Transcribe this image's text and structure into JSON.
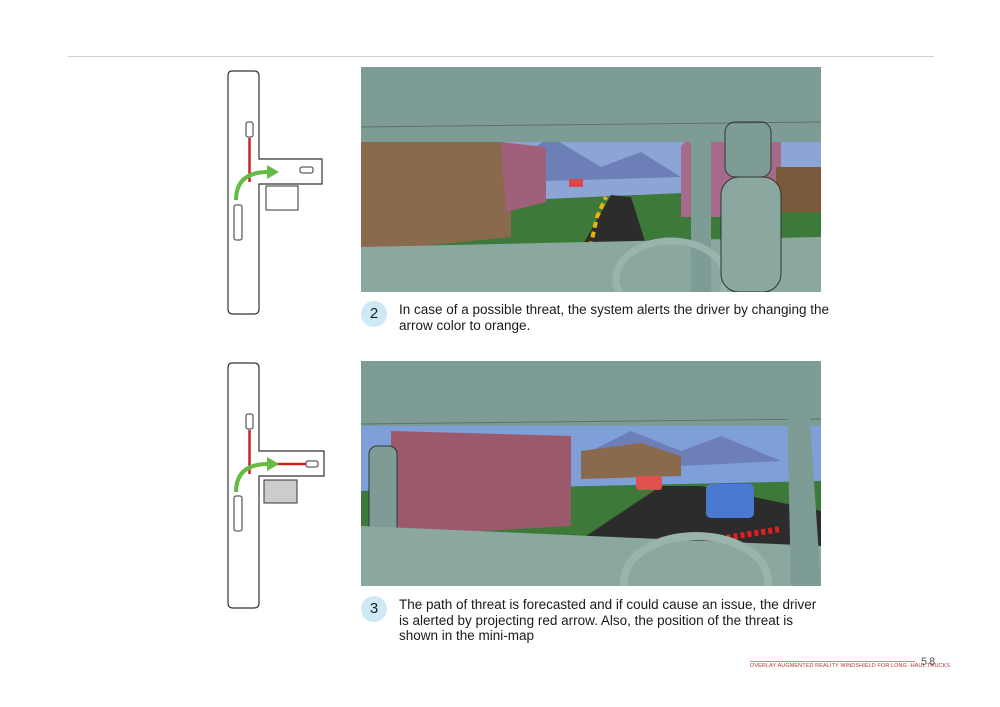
{
  "steps": [
    {
      "number": "2",
      "text": "In  case of a possible threat, the system alerts the driver by changing the arrow color to orange.",
      "arrow_color": "#f0a020",
      "threat_color": "#5aa040"
    },
    {
      "number": "3",
      "text": "The path of threat is forecasted and if could cause an issue, the driver is alerted by projecting red arrow. Also, the position of the threat is shown in the mini-map",
      "arrow_color": "#e02020",
      "threat_color": "#d02020"
    }
  ],
  "colors": {
    "path_arrow": "#66bb44",
    "own_path": "#cc2222",
    "sky": "#7f9fd8",
    "cab": "#7d9c96"
  },
  "footer": {
    "title": "OVERLAY AUGMENTED REALITY WINDSHIELD FOR LONG -HAUL TRUCKS",
    "page_number": "58"
  }
}
